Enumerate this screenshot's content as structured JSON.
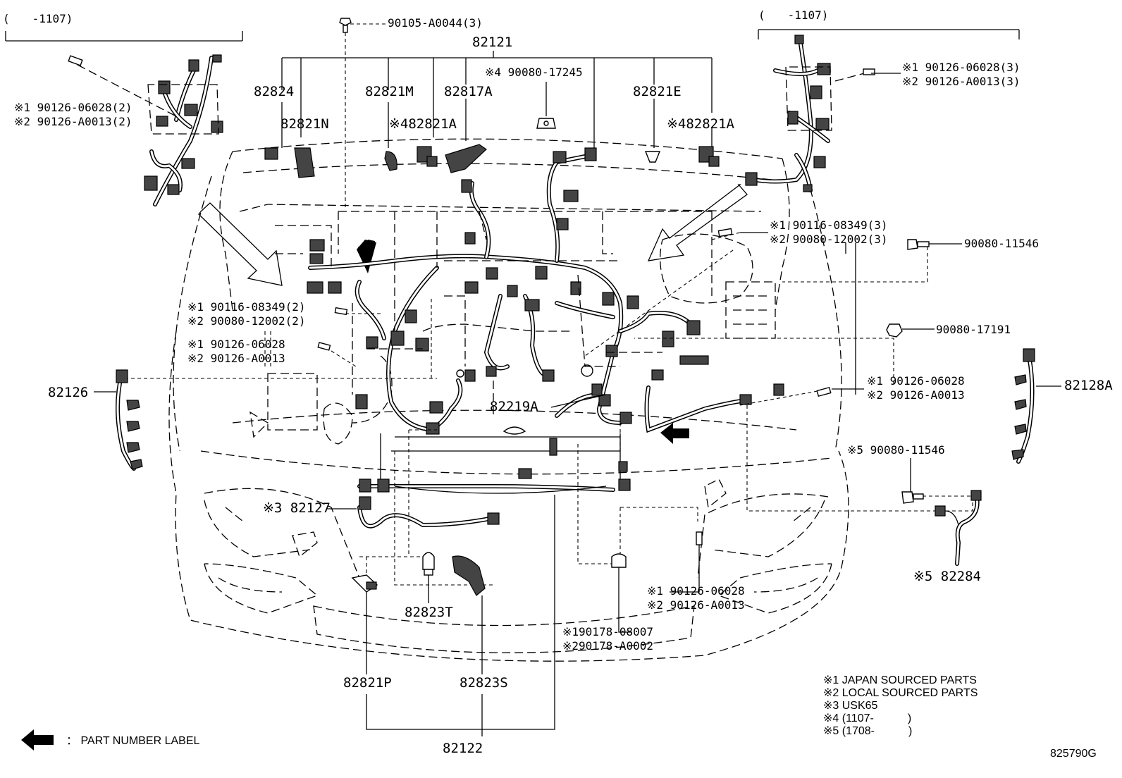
{
  "diagram_id": "825790G",
  "brackets": {
    "left": "(　　-1107)",
    "right": "(　　-1107)"
  },
  "part_numbers": {
    "p82121": "82121",
    "p82122": "82122",
    "p82824": "82824",
    "p82821N": "82821N",
    "p82821M": "82821M",
    "p82817A": "82817A",
    "p82821A_a": "※482821A",
    "p82821E": "82821E",
    "p82821A_b": "※482821A",
    "p82126": "82126",
    "p82128A": "82128A",
    "p82219A": "82219A",
    "p82127": "※3 82127",
    "p82823T": "82823T",
    "p82821P": "82821P",
    "p82823S": "82823S",
    "p82284": "※5 82284"
  },
  "fasteners": {
    "f_top": "90105-A0044(3)",
    "f_top2": "※4 90080-17245",
    "f_left_a1": "※1 90126-06028(2)",
    "f_left_a2": "※2 90126-A0013(2)",
    "f_right_a1": "※1 90126-06028(3)",
    "f_right_a2": "※2 90126-A0013(3)",
    "f_right_b1": "※1 90116-08349(3)",
    "f_right_b2": "※2 90080-12002(3)",
    "f_right_c": "90080-11546",
    "f_right_d": "90080-17191",
    "f_right_e1": "※1 90126-06028",
    "f_right_e2": "※2 90126-A0013",
    "f_right_f": "※5 90080-11546",
    "f_left_b1": "※1 90116-08349(2)",
    "f_left_b2": "※2 90080-12002(2)",
    "f_left_c1": "※1 90126-06028",
    "f_left_c2": "※2 90126-A0013",
    "f_bot_a1": "※1 90126-06028",
    "f_bot_a2": "※2 90126-A0013",
    "f_bot_b1": "※190178-08007",
    "f_bot_b2": "※290178-A0002"
  },
  "legend": {
    "n1": "※1  JAPAN SOURCED PARTS",
    "n2": "※2  LOCAL SOURCED PARTS",
    "n3": "※3  USK65",
    "n4": "※4  (1107-　　　)",
    "n5": "※5  (1708-　　　)",
    "arrow_label": "：  PART NUMBER LABEL"
  }
}
